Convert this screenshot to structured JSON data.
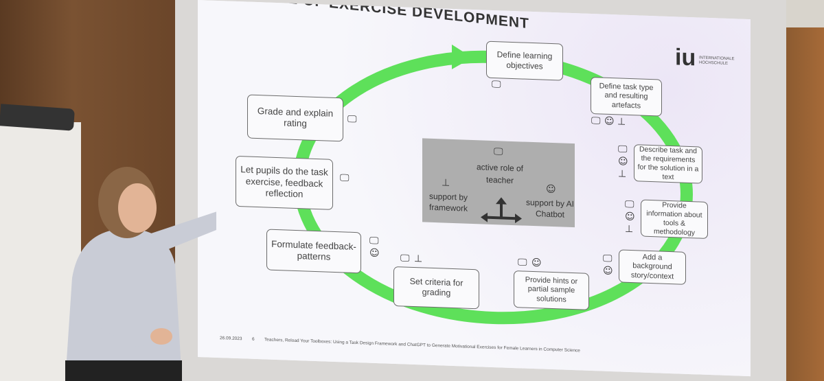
{
  "slide": {
    "title": "CYCLE OF EXERCISE DEVELOPMENT",
    "logo_mark": "iu",
    "logo_text": "INTERNATIONALE HOCHSCHULE",
    "footer_date": "26.09.2023",
    "footer_page": "6",
    "footer_text": "Teachers, Reload Your Toolboxes: Using a Task Design Framework and ChatGPT to Generate Motivational Exercises for Female Learners in Computer Science"
  },
  "cycle_steps": [
    "Define learning objectives",
    "Define task type and resulting artefacts",
    "Describe task and the requirements for the solution in a text",
    "Provide information about tools & methodology",
    "Add a background story/context",
    "Provide hints or partial sample solutions",
    "Set criteria for grading",
    "Formulate feedback-patterns",
    "Let pupils do the task exercise, feedback reflection",
    "Grade and explain rating"
  ],
  "legend": {
    "center": "active role of teacher",
    "left": "support by framework",
    "right": "support by AI Chatbot"
  },
  "icons": {
    "teacher": "teacher-icon",
    "chatbot": "robot-icon",
    "framework": "hierarchy-icon"
  },
  "colors": {
    "cycle_arrow": "#5ee05a",
    "legend_box": "#aeaeae"
  }
}
